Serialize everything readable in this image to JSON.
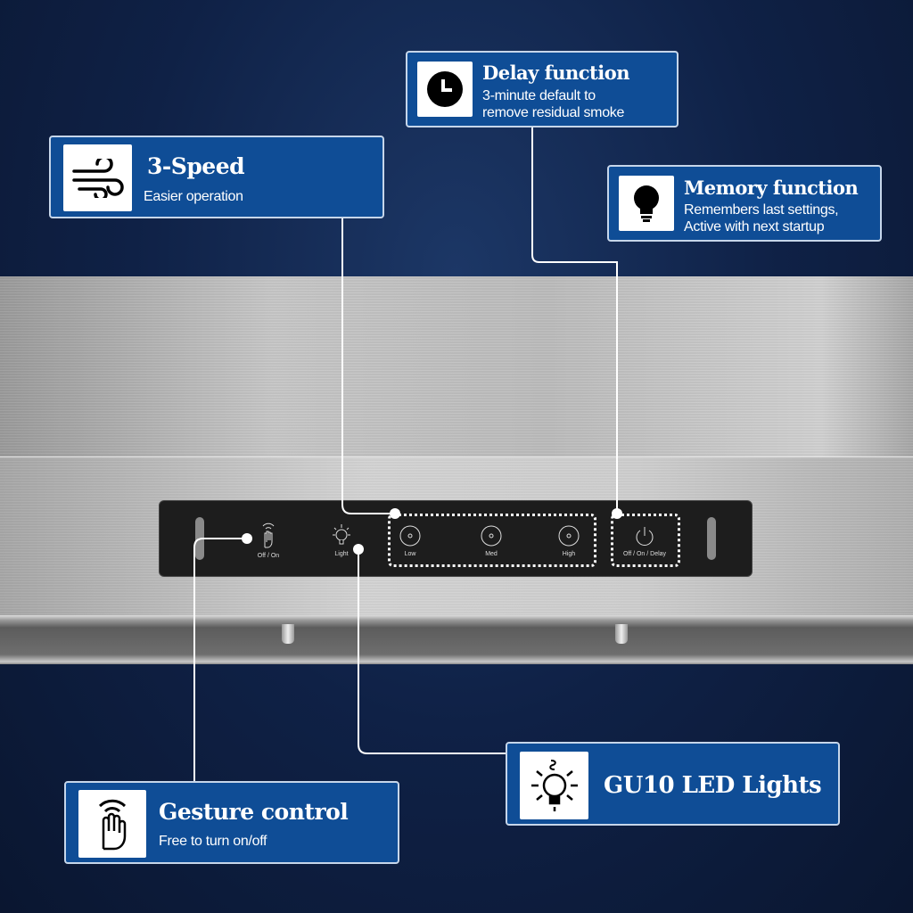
{
  "panel": {
    "gesture_label": "Off / On",
    "light_label": "Light",
    "speeds": [
      "Low",
      "Med",
      "High"
    ],
    "power_label": "Off / On / Delay"
  },
  "callouts": {
    "delay": {
      "title": "Delay function",
      "line1": "3-minute default to",
      "line2": "remove residual smoke",
      "icon": "clock-icon"
    },
    "speed": {
      "title": "3-Speed",
      "line1": "Easier operation",
      "icon": "wind-icon"
    },
    "memory": {
      "title": "Memory function",
      "line1": "Remembers last settings,",
      "line2": "Active with next startup",
      "icon": "lightbulb-icon"
    },
    "gesture": {
      "title": "Gesture control",
      "line1": "Free to turn on/off",
      "icon": "hand-wave-icon"
    },
    "lights": {
      "title": "GU10 LED Lights",
      "icon": "bulb-rays-icon"
    }
  },
  "colors": {
    "card": "#0f4d96",
    "background": "#0f2146"
  }
}
